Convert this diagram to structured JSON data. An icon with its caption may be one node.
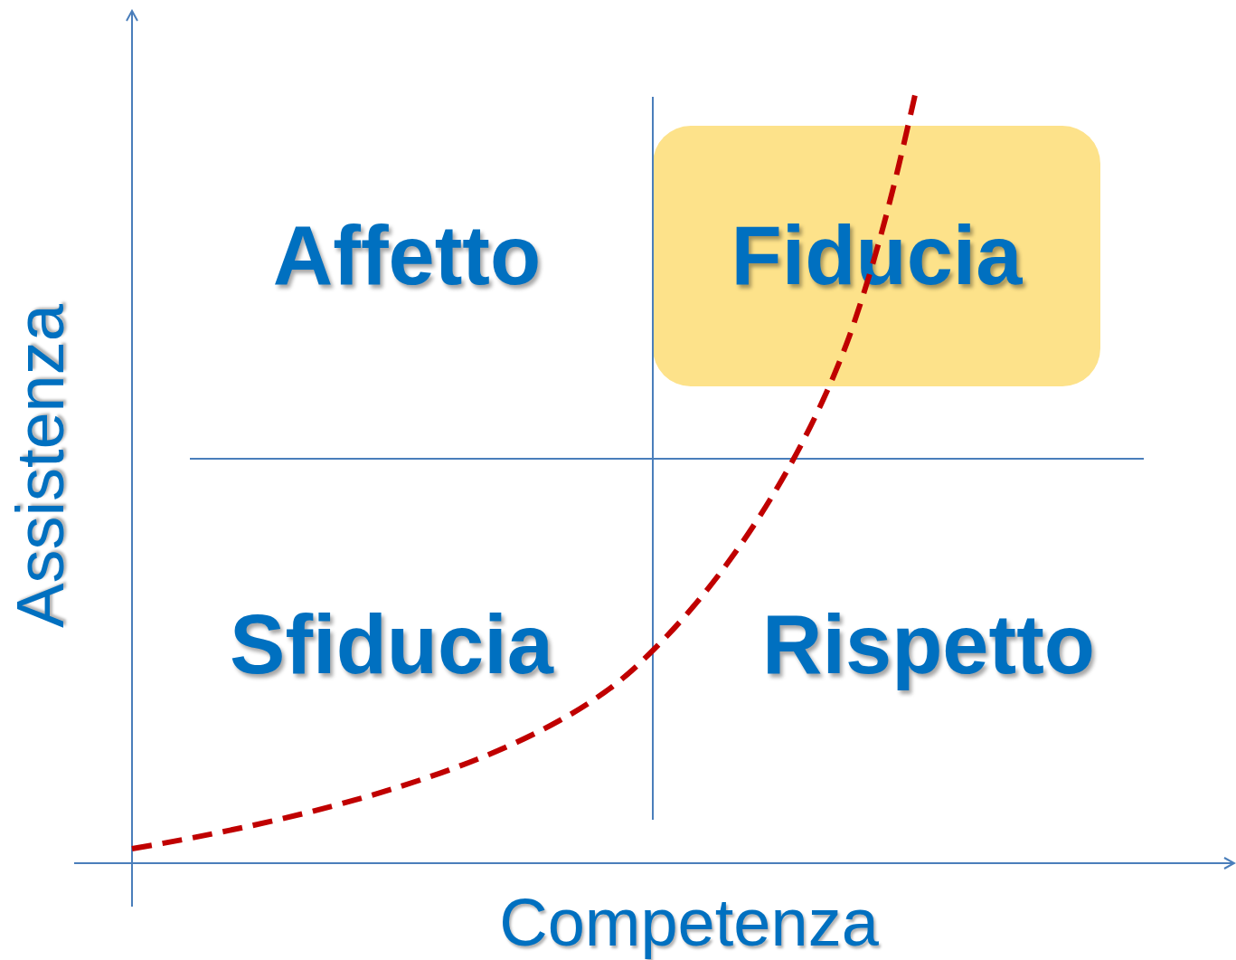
{
  "diagram": {
    "nodes": [
      {
        "text": [
          "Fiducia"
        ]
      }
    ],
    "labels": [
      "Affetto",
      "Assistenza",
      "Sfiducia",
      "Rispetto",
      "Competenza"
    ]
  }
}
